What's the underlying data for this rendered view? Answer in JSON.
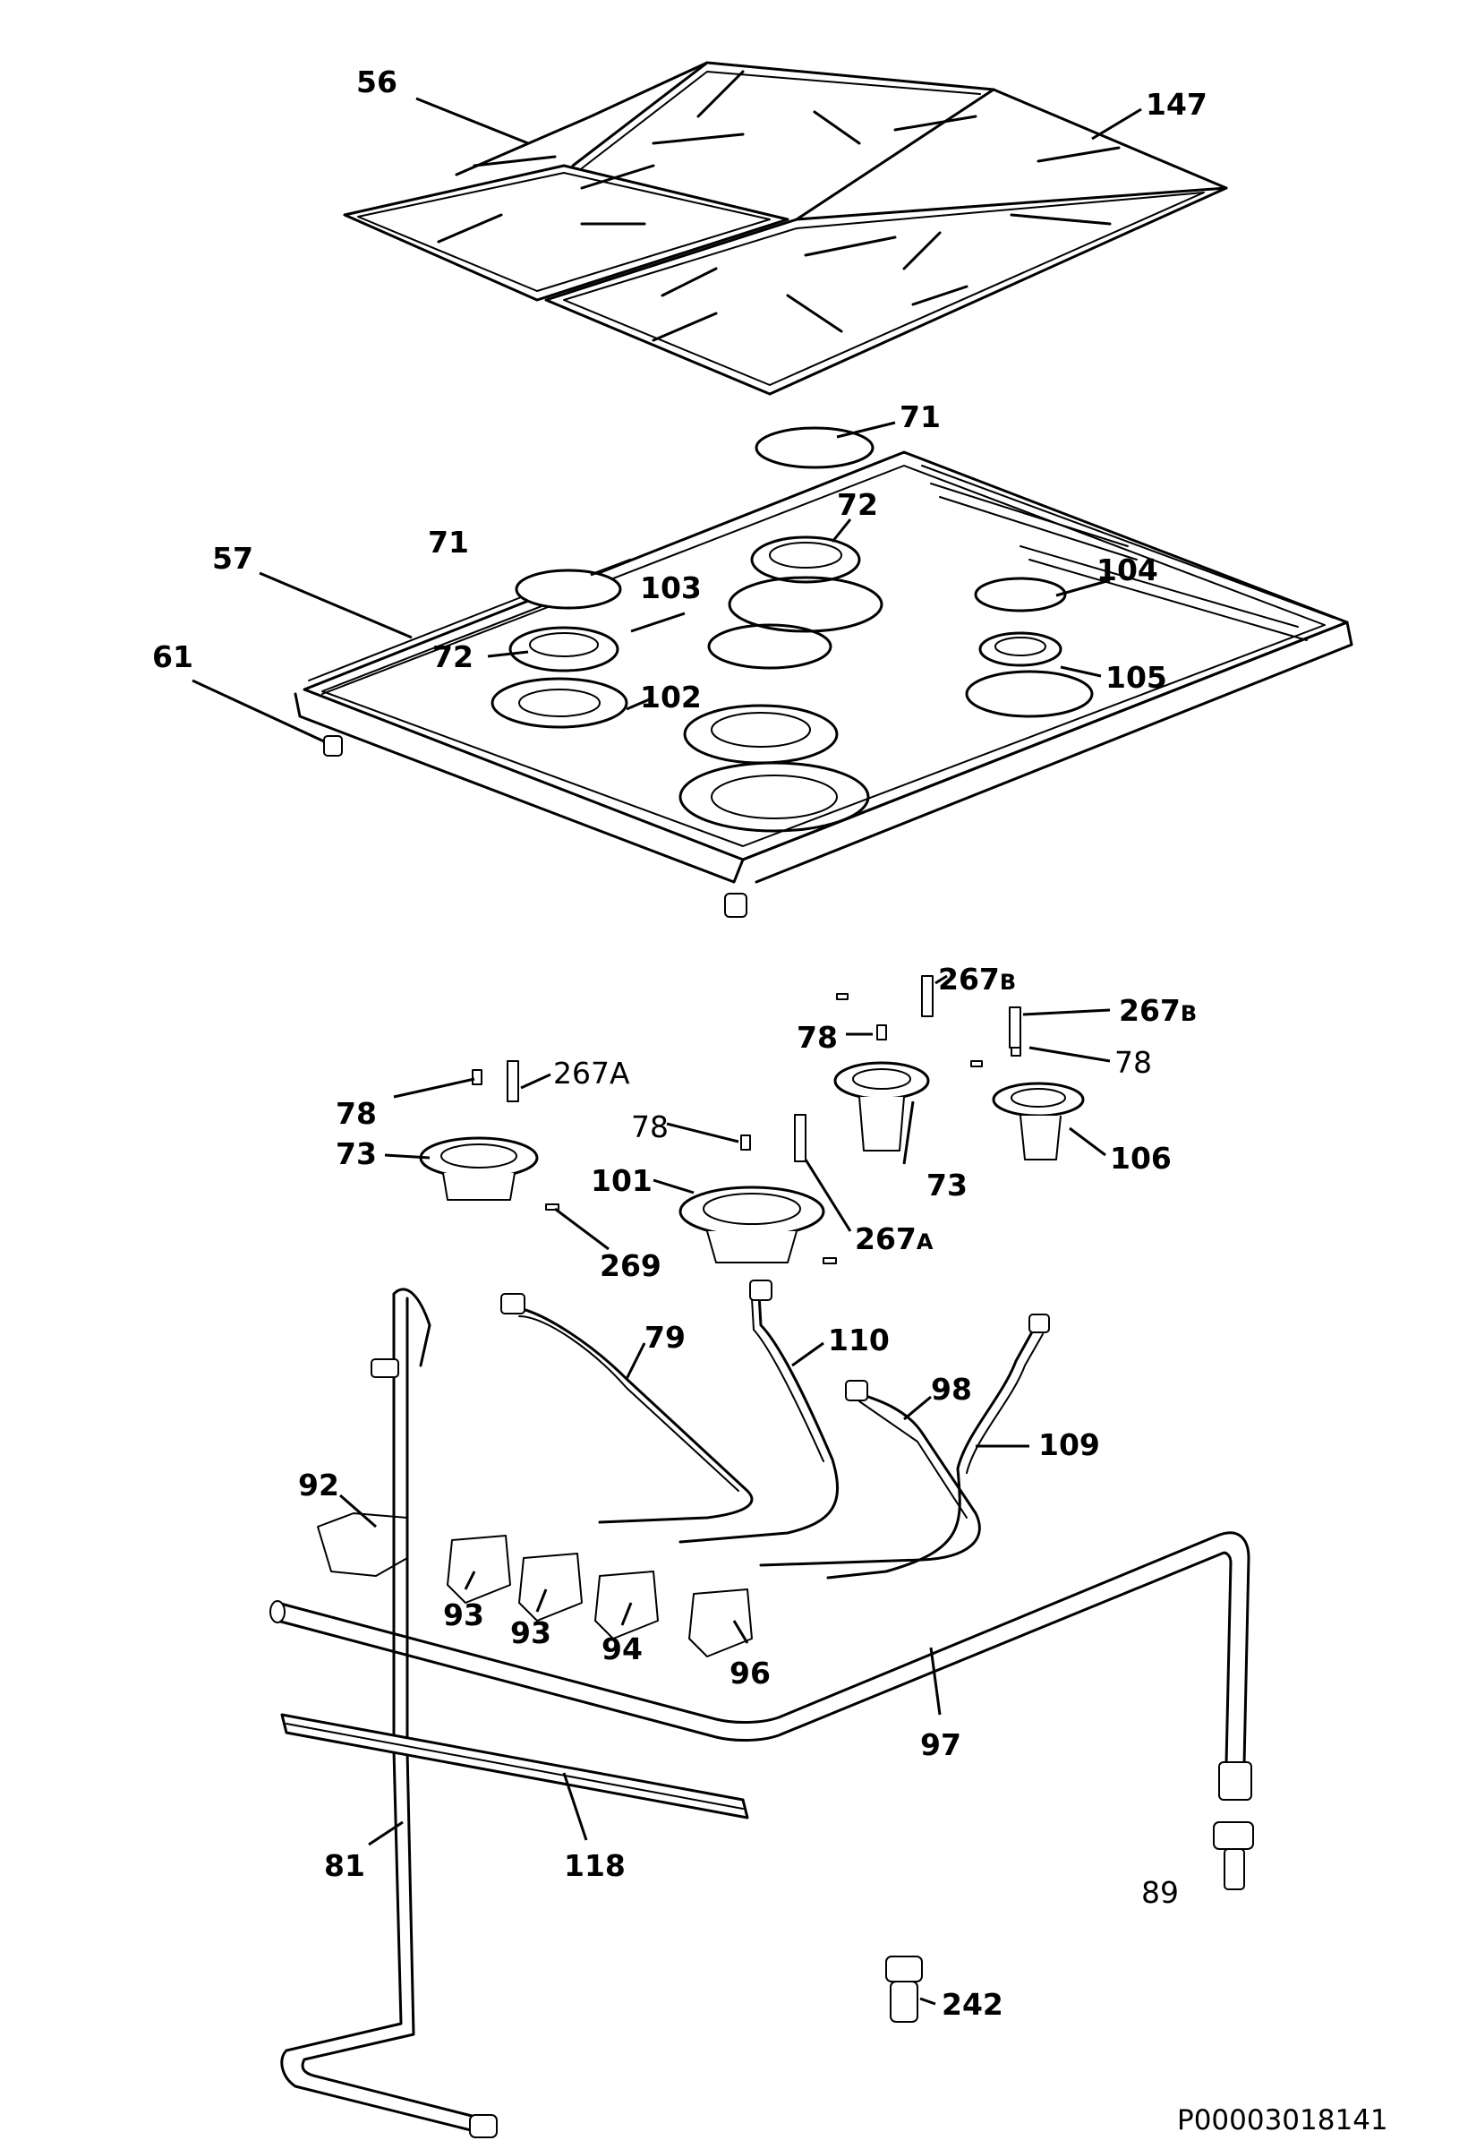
{
  "diagram": {
    "code": "P00003018141",
    "labels": {
      "l56": "56",
      "l147": "147",
      "l71a": "71",
      "l71b": "71",
      "l57": "57",
      "l72a": "72",
      "l72b": "72",
      "l103": "103",
      "l104": "104",
      "l61": "61",
      "l102": "102",
      "l105": "105",
      "l267b1": "267",
      "l267b1s": "B",
      "l267b2": "267",
      "l267b2s": "B",
      "l78a": "78",
      "l78b": "78",
      "l78c": "78",
      "l78d": "78",
      "l267a1": "267A",
      "l73a": "73",
      "l73b": "73",
      "l106": "106",
      "l101": "101",
      "l267a2": "267",
      "l267a2s": "A",
      "l269": "269",
      "l79": "79",
      "l110": "110",
      "l98": "98",
      "l109": "109",
      "l92": "92",
      "l93a": "93",
      "l93b": "93",
      "l94": "94",
      "l96": "96",
      "l97": "97",
      "l81": "81",
      "l118": "118",
      "l89": "89",
      "l242": "242"
    }
  }
}
